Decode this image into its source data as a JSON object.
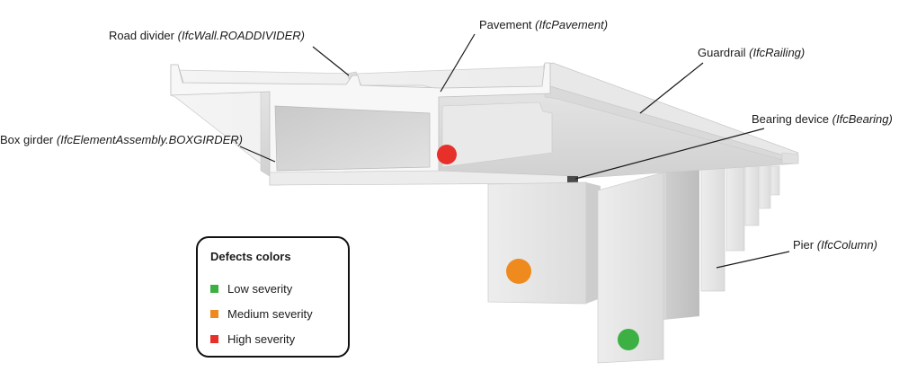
{
  "labels": {
    "road_divider": {
      "name": "Road divider",
      "ifc": "IfcWall.ROADDIVIDER"
    },
    "pavement": {
      "name": "Pavement",
      "ifc": "IfcPavement"
    },
    "guardrail": {
      "name": "Guardrail",
      "ifc": "IfcRailing"
    },
    "box_girder": {
      "name": "Box girder",
      "ifc": "IfcElementAssembly.BOXGIRDER"
    },
    "bearing_device": {
      "name": "Bearing device",
      "ifc": "IfcBearing"
    },
    "pier": {
      "name": "Pier",
      "ifc": "IfcColumn"
    }
  },
  "legend": {
    "title": "Defects colors",
    "items": [
      {
        "label": "Low severity",
        "color": "#3cb043"
      },
      {
        "label": "Medium severity",
        "color": "#ee8a1e"
      },
      {
        "label": "High severity",
        "color": "#e8302a"
      }
    ]
  },
  "defect_markers": [
    {
      "element": "box-girder",
      "severity": "High severity"
    },
    {
      "element": "front-pier",
      "severity": "Medium severity"
    },
    {
      "element": "second-pier",
      "severity": "Low severity"
    }
  ]
}
